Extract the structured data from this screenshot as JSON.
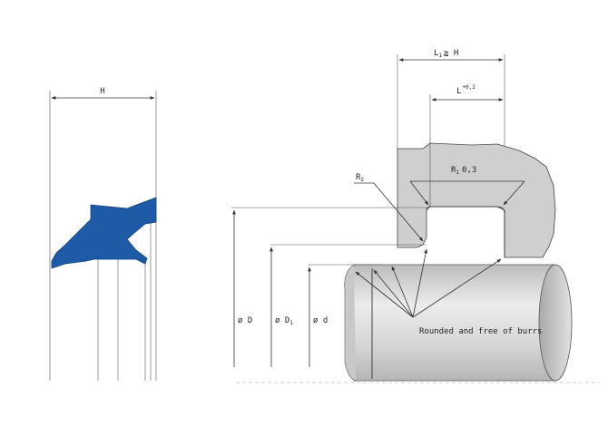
{
  "labels": {
    "h_width": "H",
    "l1_main": "L",
    "l1_sub": "1",
    "l1_rel": "≧ H",
    "l_main": "L",
    "l_tol": "+0,2",
    "r1_main": "R",
    "r1_sub": "1",
    "r1_val": "0,3",
    "r2_main": "R",
    "r2_sub": "2",
    "dia_D": "ø D",
    "dia_D1_main": "ø D",
    "dia_D1_sub": "1",
    "dia_d": "ø d",
    "note": "Rounded and free of burrs"
  },
  "colors": {
    "seal_blue": "#1f5aa6",
    "housing_gray": "#cfcfcf",
    "rod_gray": "#d6d6d6",
    "line": "#333333"
  }
}
